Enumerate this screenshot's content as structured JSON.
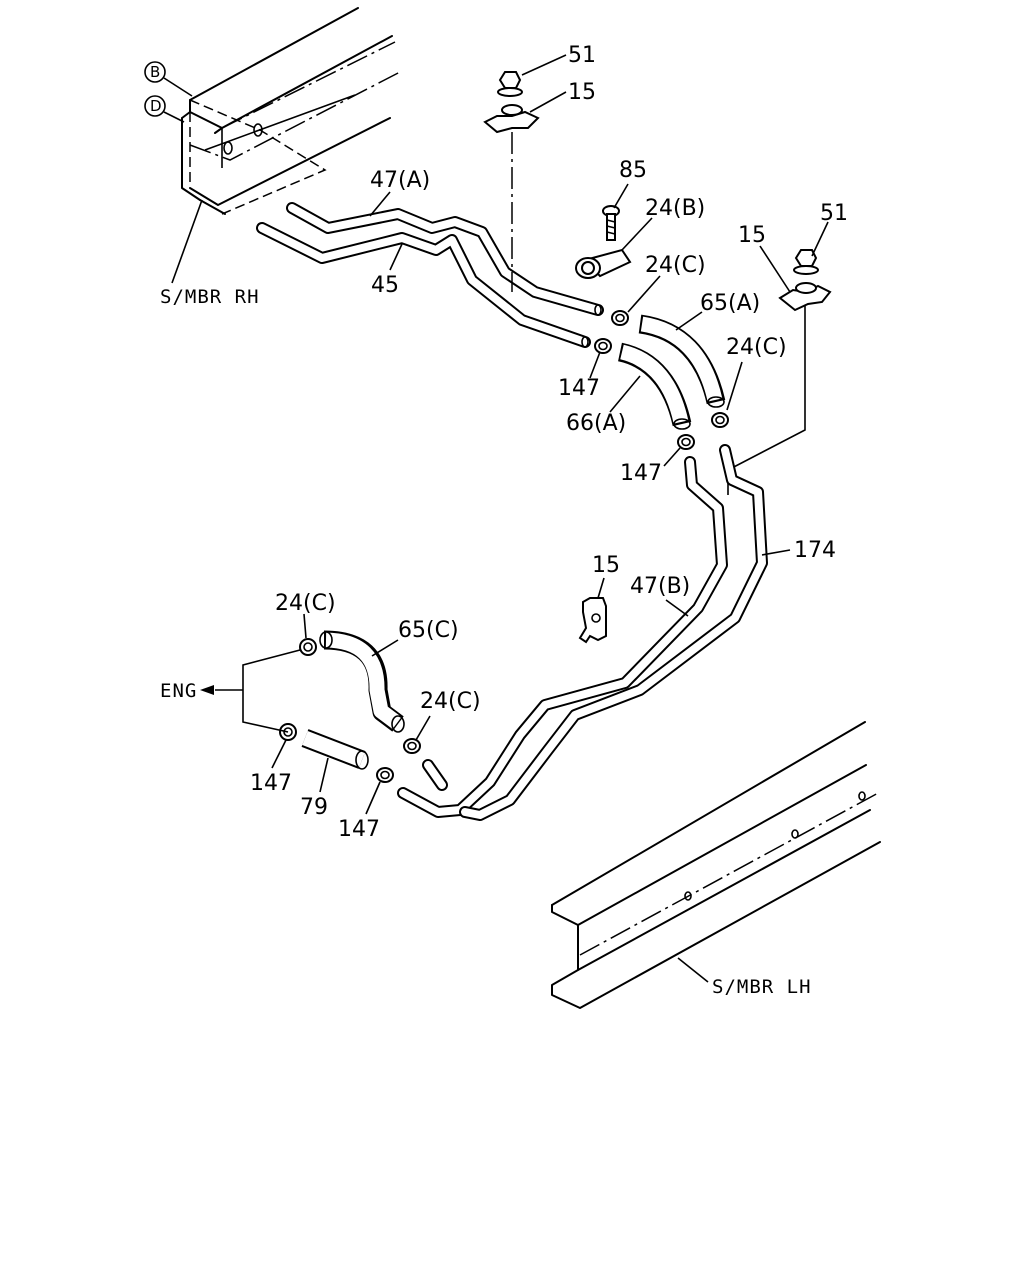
{
  "diagram": {
    "reference_markers": [
      "B",
      "D"
    ],
    "member_labels": {
      "right": "S/MBR RH",
      "left": "S/MBR LH"
    },
    "direction_label": "ENG",
    "callouts": {
      "c51_top": "51",
      "c15_top": "15",
      "c85": "85",
      "c24b": "24(B)",
      "c47a": "47(A)",
      "c45": "45",
      "c15_right": "15",
      "c51_right": "51",
      "c24c_1": "24(C)",
      "c65a": "65(A)",
      "c24c_2": "24(C)",
      "c147_1": "147",
      "c66a": "66(A)",
      "c147_2": "147",
      "c174": "174",
      "c15_mid": "15",
      "c47b": "47(B)",
      "c24c_3": "24(C)",
      "c65c": "65(C)",
      "c24c_4": "24(C)",
      "c147_3": "147",
      "c79": "79",
      "c147_4": "147"
    }
  }
}
